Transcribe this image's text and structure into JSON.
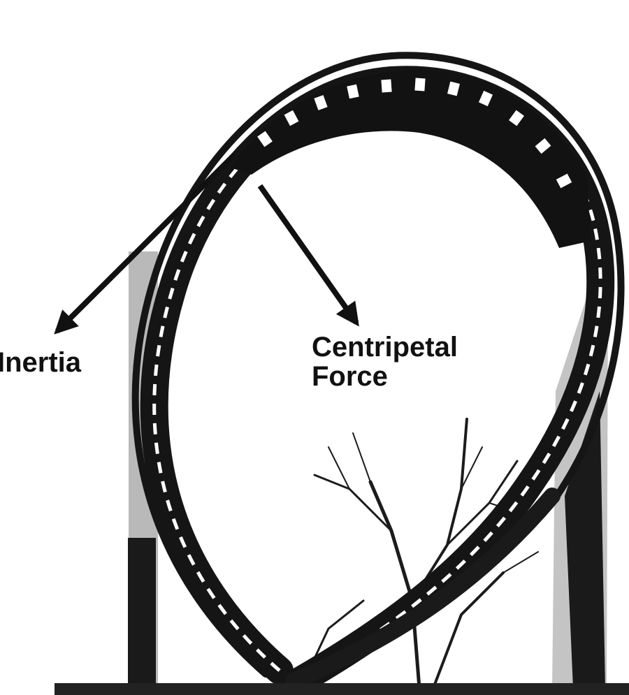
{
  "labels": {
    "inertia": "Inertia",
    "centripetal_line1": "Centripetal",
    "centripetal_line2": "Force"
  },
  "colors": {
    "ink": "#111111",
    "sky_gray": "#b9b9b9",
    "background": "#ffffff"
  }
}
